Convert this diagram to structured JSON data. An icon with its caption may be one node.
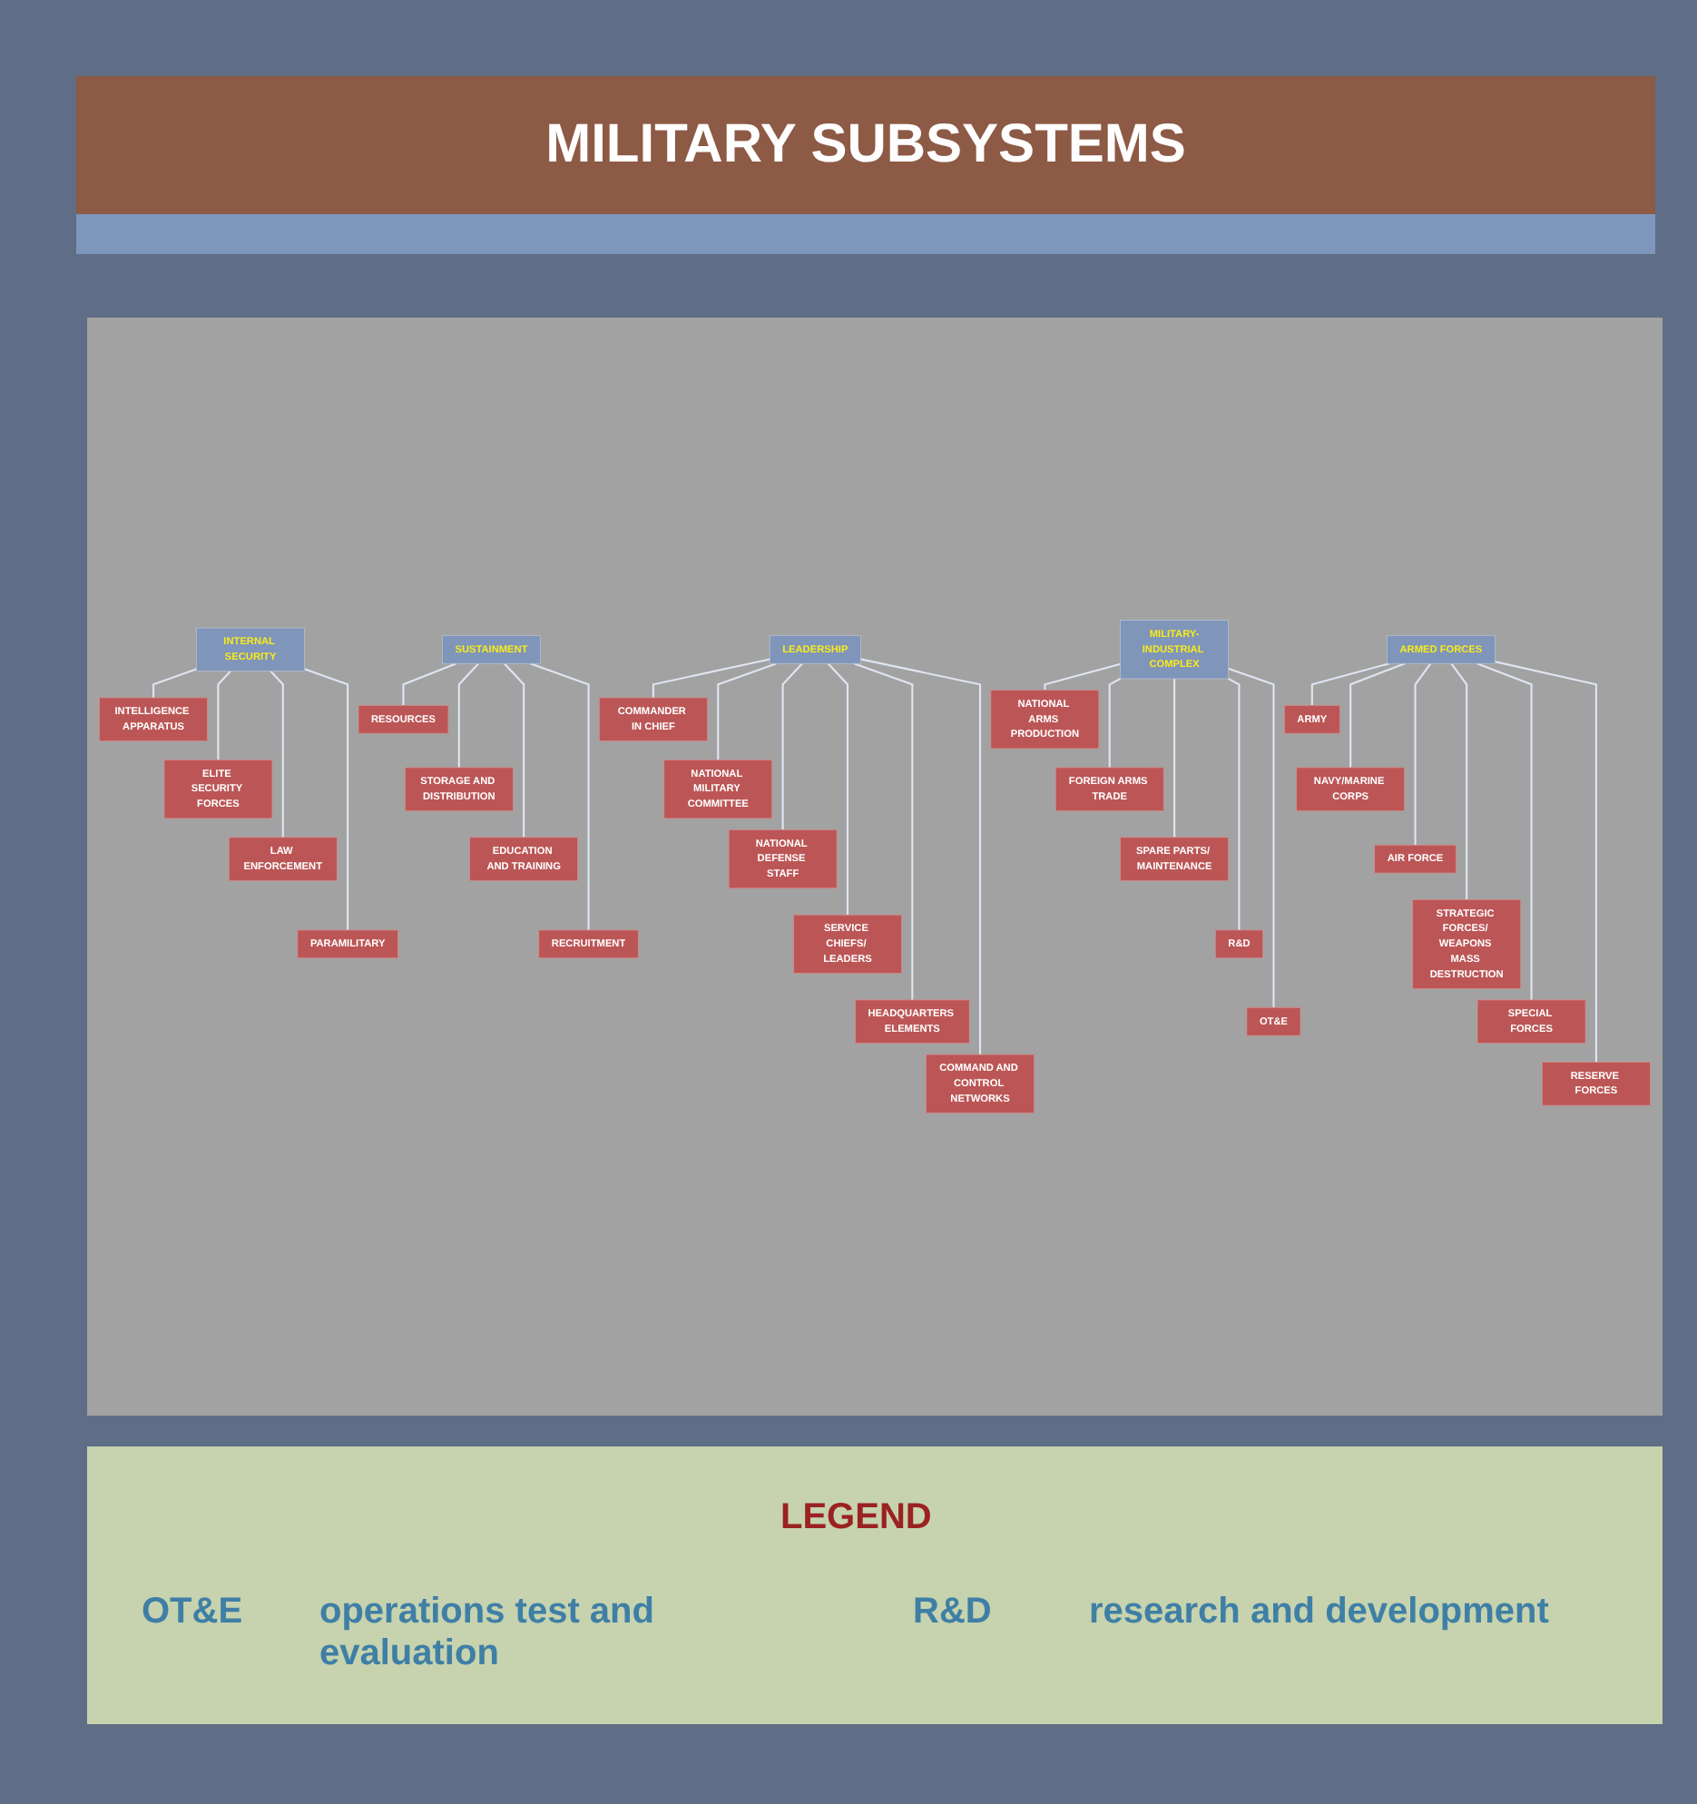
{
  "diagram": {
    "title": "MILITARY SUBSYSTEMS",
    "nodes": [
      {
        "text": [
          "LEADERSHIP"
        ]
      },
      {
        "text": [
          "COMMANDER IN CHIEF"
        ]
      },
      {
        "text": [
          "NATIONAL MILITARY COMMITTEE"
        ]
      },
      {
        "text": [
          "NATIONAL DEFENSE STAFF"
        ]
      },
      {
        "text": [
          "SERVICE CHIEFS/ LEADERS"
        ]
      },
      {
        "text": [
          "HEADQUARTERS ELEMENTS"
        ]
      },
      {
        "text": [
          "COMMAND AND CONTROL NETWORKS"
        ]
      },
      {
        "text": [
          "ARMED FORCES"
        ]
      },
      {
        "text": [
          "ARMY"
        ]
      },
      {
        "text": [
          "NAVY/MARINE CORPS"
        ]
      },
      {
        "text": [
          "AIR FORCE"
        ]
      },
      {
        "text": [
          "STRATEGIC FORCES/ WEAPONS MASS DESTRUCTION"
        ]
      },
      {
        "text": [
          "SPECIAL FORCES"
        ]
      },
      {
        "text": [
          "RESERVE FORCES"
        ]
      },
      {
        "text": [
          "INTERNAL SECURITY"
        ]
      },
      {
        "text": [
          "INTELLIGENCE APPARATUS"
        ]
      },
      {
        "text": [
          "ELITE SECURITY FORCES"
        ]
      },
      {
        "text": [
          "LAW ENFORCEMENT"
        ]
      },
      {
        "text": [
          "PARAMILITARY"
        ]
      },
      {
        "text": [
          "MILITARY-INDUSTRIAL COMPLEX"
        ]
      },
      {
        "text": [
          "NATIONAL ARMS PRODUCTION"
        ]
      },
      {
        "text": [
          "FOREIGN ARMS TRADE"
        ]
      },
      {
        "text": [
          "SPARE PARTS/ MAINTENANCE"
        ]
      },
      {
        "text": [
          "R&D"
        ]
      },
      {
        "text": [
          "OT&E"
        ]
      },
      {
        "text": [
          "SUSTAINMENT"
        ]
      },
      {
        "text": [
          "RESOURCES"
        ]
      },
      {
        "text": [
          "STORAGE AND DISTRIBUTION"
        ]
      },
      {
        "text": [
          "EDUCATION AND TRAINING"
        ]
      },
      {
        "text": [
          "RECRUITMENT"
        ]
      }
    ],
    "edges": [
      {
        "from": 0,
        "to": 1,
        "arrow": "none"
      },
      {
        "from": 0,
        "to": 2,
        "arrow": "none"
      },
      {
        "from": 0,
        "to": 3,
        "arrow": "none"
      },
      {
        "from": 0,
        "to": 4,
        "arrow": "none"
      },
      {
        "from": 0,
        "to": 5,
        "arrow": "none"
      },
      {
        "from": 0,
        "to": 6,
        "arrow": "none"
      },
      {
        "from": 7,
        "to": 8,
        "arrow": "none"
      },
      {
        "from": 7,
        "to": 9,
        "arrow": "none"
      },
      {
        "from": 7,
        "to": 10,
        "arrow": "none"
      },
      {
        "from": 7,
        "to": 11,
        "arrow": "none"
      },
      {
        "from": 7,
        "to": 12,
        "arrow": "none"
      },
      {
        "from": 7,
        "to": 13,
        "arrow": "none"
      },
      {
        "from": 14,
        "to": 15,
        "arrow": "none"
      },
      {
        "from": 14,
        "to": 16,
        "arrow": "none"
      },
      {
        "from": 14,
        "to": 17,
        "arrow": "none"
      },
      {
        "from": 14,
        "to": 18,
        "arrow": "none"
      },
      {
        "from": 19,
        "to": 20,
        "arrow": "none"
      },
      {
        "from": 19,
        "to": 21,
        "arrow": "none"
      },
      {
        "from": 19,
        "to": 22,
        "arrow": "none"
      },
      {
        "from": 19,
        "to": 23,
        "arrow": "none"
      },
      {
        "from": 19,
        "to": 24,
        "arrow": "none"
      },
      {
        "from": 25,
        "to": 26,
        "arrow": "none"
      },
      {
        "from": 25,
        "to": 27,
        "arrow": "none"
      },
      {
        "from": 25,
        "to": 28,
        "arrow": "none"
      },
      {
        "from": 25,
        "to": 29,
        "arrow": "none"
      }
    ],
    "labels": [
      "LEGEND",
      "OT&E",
      "operations test and evaluation",
      "R&D",
      "research and development"
    ]
  }
}
